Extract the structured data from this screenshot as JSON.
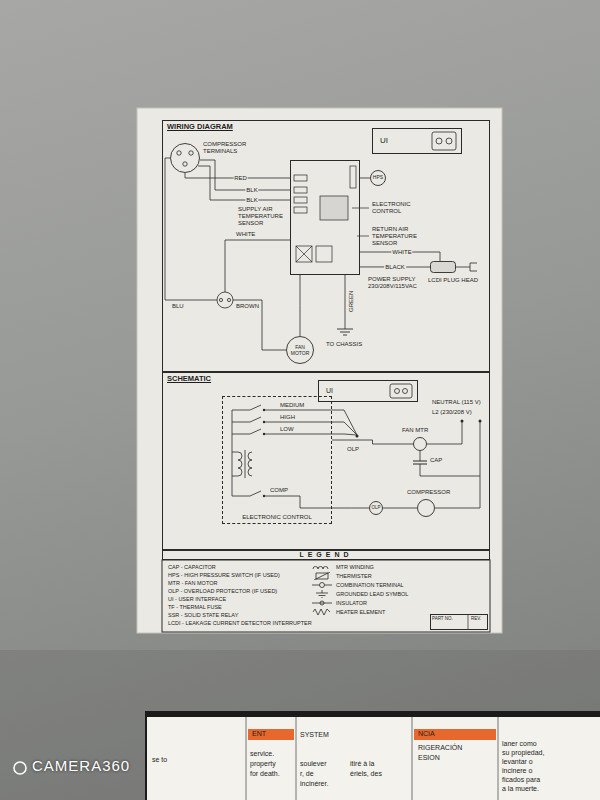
{
  "diagram": {
    "nodes": [
      {
        "text": [
          "WIRING DIAGRAM"
        ]
      },
      {
        "text": [
          "COMPRESSOR TERMINALS"
        ],
        "in": 0
      },
      {
        "text": [
          "UI"
        ],
        "in": 0
      },
      {
        "text": [
          "ELECTRONIC CONTROL"
        ],
        "in": 0
      },
      {
        "text": [
          "HPS"
        ],
        "in": 0
      },
      {
        "text": [
          "FAN MOTOR"
        ],
        "in": 0
      },
      {
        "text": [
          "LCDI PLUG HEAD"
        ],
        "in": 0
      },
      {
        "text": [
          "SCHEMATIC"
        ]
      },
      {
        "text": [
          "UI"
        ],
        "in": 7
      },
      {
        "text": [
          "ELECTRONIC CONTROL"
        ],
        "in": 7
      },
      {
        "text": [
          "FAN MTR"
        ],
        "in": 7
      },
      {
        "text": [
          "OLP"
        ],
        "in": 7
      },
      {
        "text": [
          "COMPRESSOR"
        ],
        "in": 7
      },
      {
        "text": [
          "LEGEND"
        ]
      },
      {
        "text": [
          "PART NO.",
          "REV."
        ]
      }
    ],
    "edges": [
      {
        "from": 1,
        "to": 3,
        "arrow": "none",
        "label": "RED"
      },
      {
        "from": 4,
        "to": 3,
        "arrow": "none"
      },
      {
        "from": 6,
        "to": 3,
        "arrow": "none",
        "label": "BLACK"
      },
      {
        "from": 5,
        "to": 3,
        "arrow": "none"
      },
      {
        "from": 9,
        "to": 10,
        "arrow": "none"
      },
      {
        "from": 9,
        "to": 11,
        "arrow": "none"
      },
      {
        "from": 11,
        "to": 12,
        "arrow": "none"
      }
    ],
    "labels": [
      "BLK",
      "BLK",
      "SUPPLY AIR TEMPERATURE SENSOR",
      "RETURN AIR TEMPERATURE SENSOR",
      "POWER SUPPLY 230/208V/115VAC",
      "WHITE",
      "GREEN",
      "TO CHASSIS",
      "BLU",
      "BROWN",
      "WHITE",
      "MEDIUM",
      "HIGH",
      "LOW",
      "COMP",
      "OLP",
      "NEUTRAL (115 V)",
      "L2 (230/208 V)",
      "CAP",
      "CAP - CAPACITOR",
      "HPS - HIGH PRESSURE SWITCH (IF USED)",
      "MTR - FAN MOTOR",
      "OLP - OVERLOAD PROTECTOR (IF USED)",
      "UI - USER INTERFACE",
      "TF - THERMAL FUSE",
      "SSR - SOLID STATE RELAY",
      "LCDI - LEAKAGE CURRENT DETECTOR INTERRUPTER",
      "se to",
      "service.",
      "property",
      "for death.",
      "ENT",
      "SYSTEM",
      "soulever",
      "r, de",
      "incinérer.",
      "itiré à la",
      "ériels, des",
      "NCIA",
      "RIGERACIÓN",
      "ESION",
      "laner como",
      "su propiedad,",
      "levantar o",
      "incinere o",
      "ficados para",
      "a la muerte.",
      "CAMERA360"
    ],
    "legend": [
      {
        "text": "MTR WINDING"
      },
      {
        "text": "THERMISTER"
      },
      {
        "text": "COMBINATION TERMINAL"
      },
      {
        "text": "GROUNDED LEAD SYMBOL"
      },
      {
        "text": "INSULATOR"
      },
      {
        "text": "HEATER ELEMENT"
      }
    ]
  }
}
